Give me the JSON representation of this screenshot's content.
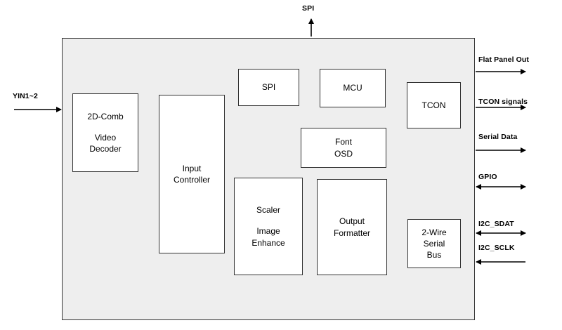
{
  "top": {
    "spi": "SPI"
  },
  "left": {
    "input": "YIN1~2"
  },
  "blocks": {
    "decoder": [
      "2D-Comb",
      "Video",
      "Decoder"
    ],
    "input_controller": [
      "Input",
      "Controller"
    ],
    "spi": "SPI",
    "mcu": "MCU",
    "tcon": "TCON",
    "font_osd": [
      "Font",
      "OSD"
    ],
    "scaler": [
      "Scaler",
      "Image",
      "Enhance"
    ],
    "output_formatter": [
      "Output",
      "Formatter"
    ],
    "serial_bus": [
      "2-Wire",
      "Serial",
      "Bus"
    ]
  },
  "right": {
    "flat_panel": "Flat Panel Out",
    "tcon_signals": "TCON signals",
    "serial_data": "Serial Data",
    "gpio": "GPIO",
    "sdat": "I2C_SDAT",
    "sclk": "I2C_SCLK"
  }
}
